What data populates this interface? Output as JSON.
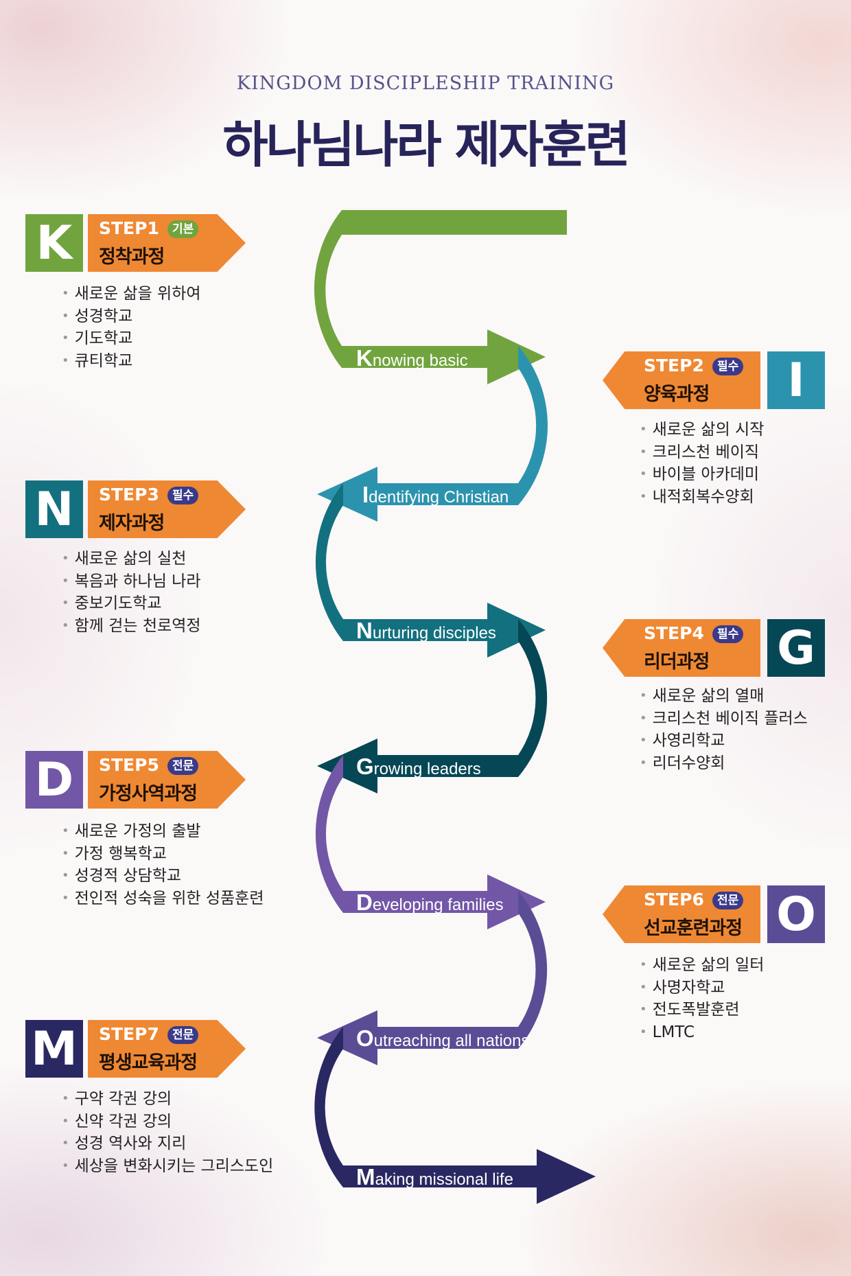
{
  "header": {
    "subtitle": "KINGDOM DISCIPLESHIP TRAINING",
    "title": "하나님나라 제자훈련"
  },
  "colors": {
    "step_tag": "#ef8833",
    "k": "#71a43e",
    "i": "#2c93ae",
    "n": "#13707f",
    "g": "#064755",
    "d": "#7257a7",
    "o": "#5a4d95",
    "m": "#292862"
  },
  "steps": [
    {
      "letter": "K",
      "step": "STEP1",
      "level": "기본",
      "course": "정착과정",
      "items": [
        "새로운 삶을 위하여",
        "성경학교",
        "기도학교",
        "큐티학교"
      ]
    },
    {
      "letter": "I",
      "step": "STEP2",
      "level": "필수",
      "course": "양육과정",
      "items": [
        "새로운 삶의 시작",
        "크리스천 베이직",
        "바이블 아카데미",
        "내적회복수양회"
      ]
    },
    {
      "letter": "N",
      "step": "STEP3",
      "level": "필수",
      "course": "제자과정",
      "items": [
        "새로운 삶의 실천",
        "복음과 하나님 나라",
        "중보기도학교",
        "함께 걷는 천로역정"
      ]
    },
    {
      "letter": "G",
      "step": "STEP4",
      "level": "필수",
      "course": "리더과정",
      "items": [
        "새로운 삶의 열매",
        "크리스천 베이직 플러스",
        "사영리학교",
        "리더수양회"
      ]
    },
    {
      "letter": "D",
      "step": "STEP5",
      "level": "전문",
      "course": "가정사역과정",
      "items": [
        "새로운 가정의 출발",
        "가정 행복학교",
        "성경적 상담학교",
        "전인적 성숙을 위한 성품훈련"
      ]
    },
    {
      "letter": "O",
      "step": "STEP6",
      "level": "전문",
      "course": "선교훈련과정",
      "items": [
        "새로운 삶의 일터",
        "사명자학교",
        "전도폭발훈련",
        "LMTC"
      ]
    },
    {
      "letter": "M",
      "step": "STEP7",
      "level": "전문",
      "course": "평생교육과정",
      "items": [
        "구약 각권 강의",
        "신약 각권 강의",
        "성경 역사와 지리",
        "세상을 변화시키는 그리스도인"
      ]
    }
  ],
  "path_labels": [
    {
      "initial": "K",
      "rest": "nowing basic"
    },
    {
      "initial": "I",
      "rest": "dentifying Christian"
    },
    {
      "initial": "N",
      "rest": "urturing disciples"
    },
    {
      "initial": "G",
      "rest": "rowing leaders"
    },
    {
      "initial": "D",
      "rest": "eveloping families"
    },
    {
      "initial": "O",
      "rest": "utreaching all nations"
    },
    {
      "initial": "M",
      "rest": "aking missional life"
    }
  ]
}
